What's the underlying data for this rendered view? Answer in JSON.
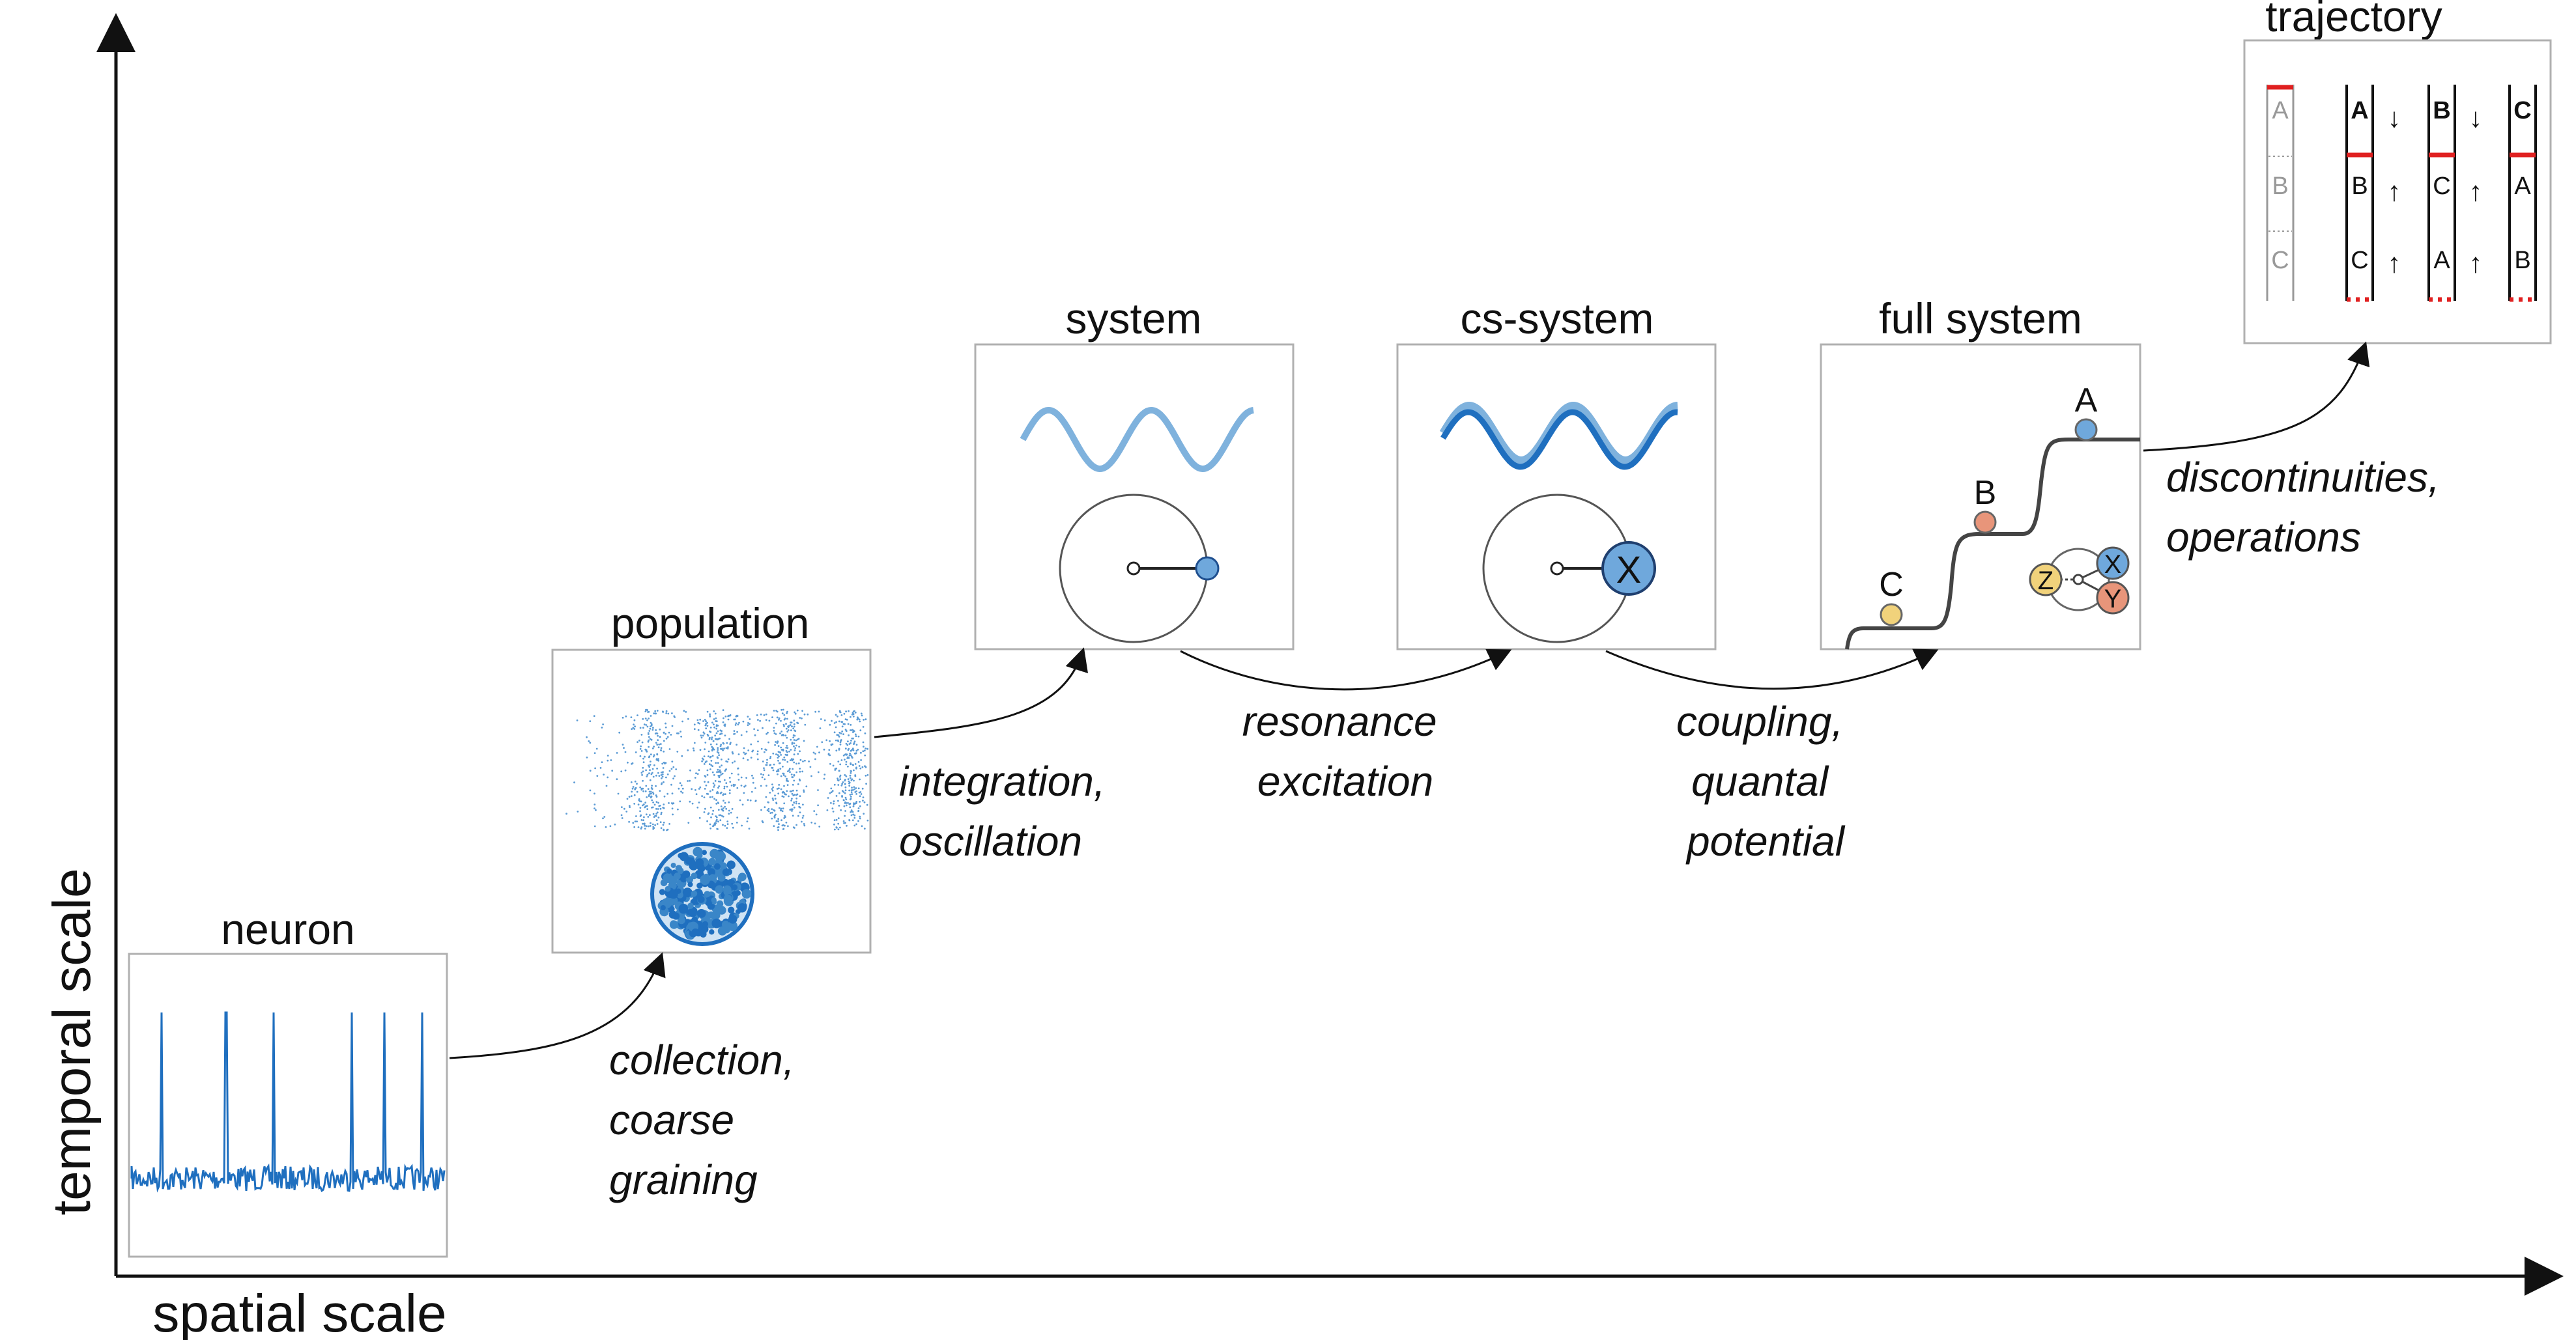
{
  "axes": {
    "y_label": "temporal scale",
    "x_label": "spatial scale"
  },
  "stages": {
    "neuron": "neuron",
    "population": "population",
    "system": "system",
    "cs_system": "cs-system",
    "full_system": "full system",
    "trajectory": "trajectory"
  },
  "transitions": {
    "t1": [
      "collection,",
      "coarse",
      "graining"
    ],
    "t2": [
      "integration,",
      "oscillation"
    ],
    "t3": [
      "resonance",
      "excitation"
    ],
    "t4": [
      "coupling,",
      "quantal",
      "potential"
    ],
    "t5": [
      "discontinuities,",
      "operations"
    ]
  },
  "cs_system_marker": "X",
  "full_system": {
    "levels": [
      "A",
      "B",
      "C"
    ],
    "nodes": [
      "X",
      "Y",
      "Z"
    ]
  },
  "trajectory": {
    "arrows": [
      "↓",
      "↑",
      "↑",
      "↓",
      "↑",
      "↑"
    ],
    "columns": [
      {
        "labels": [
          "A",
          "B",
          "C"
        ]
      },
      {
        "labels": [
          "A",
          "B",
          "C"
        ]
      },
      {
        "labels": [
          "B",
          "C",
          "A"
        ]
      },
      {
        "labels": [
          "C",
          "A",
          "B"
        ]
      }
    ]
  },
  "colors": {
    "blue_dark": "#1f6fbf",
    "blue_mid": "#3a86c8",
    "blue_light": "#7fb2dd",
    "orange": "#e8957a",
    "yellow": "#f1d27b",
    "red": "#e02020"
  }
}
